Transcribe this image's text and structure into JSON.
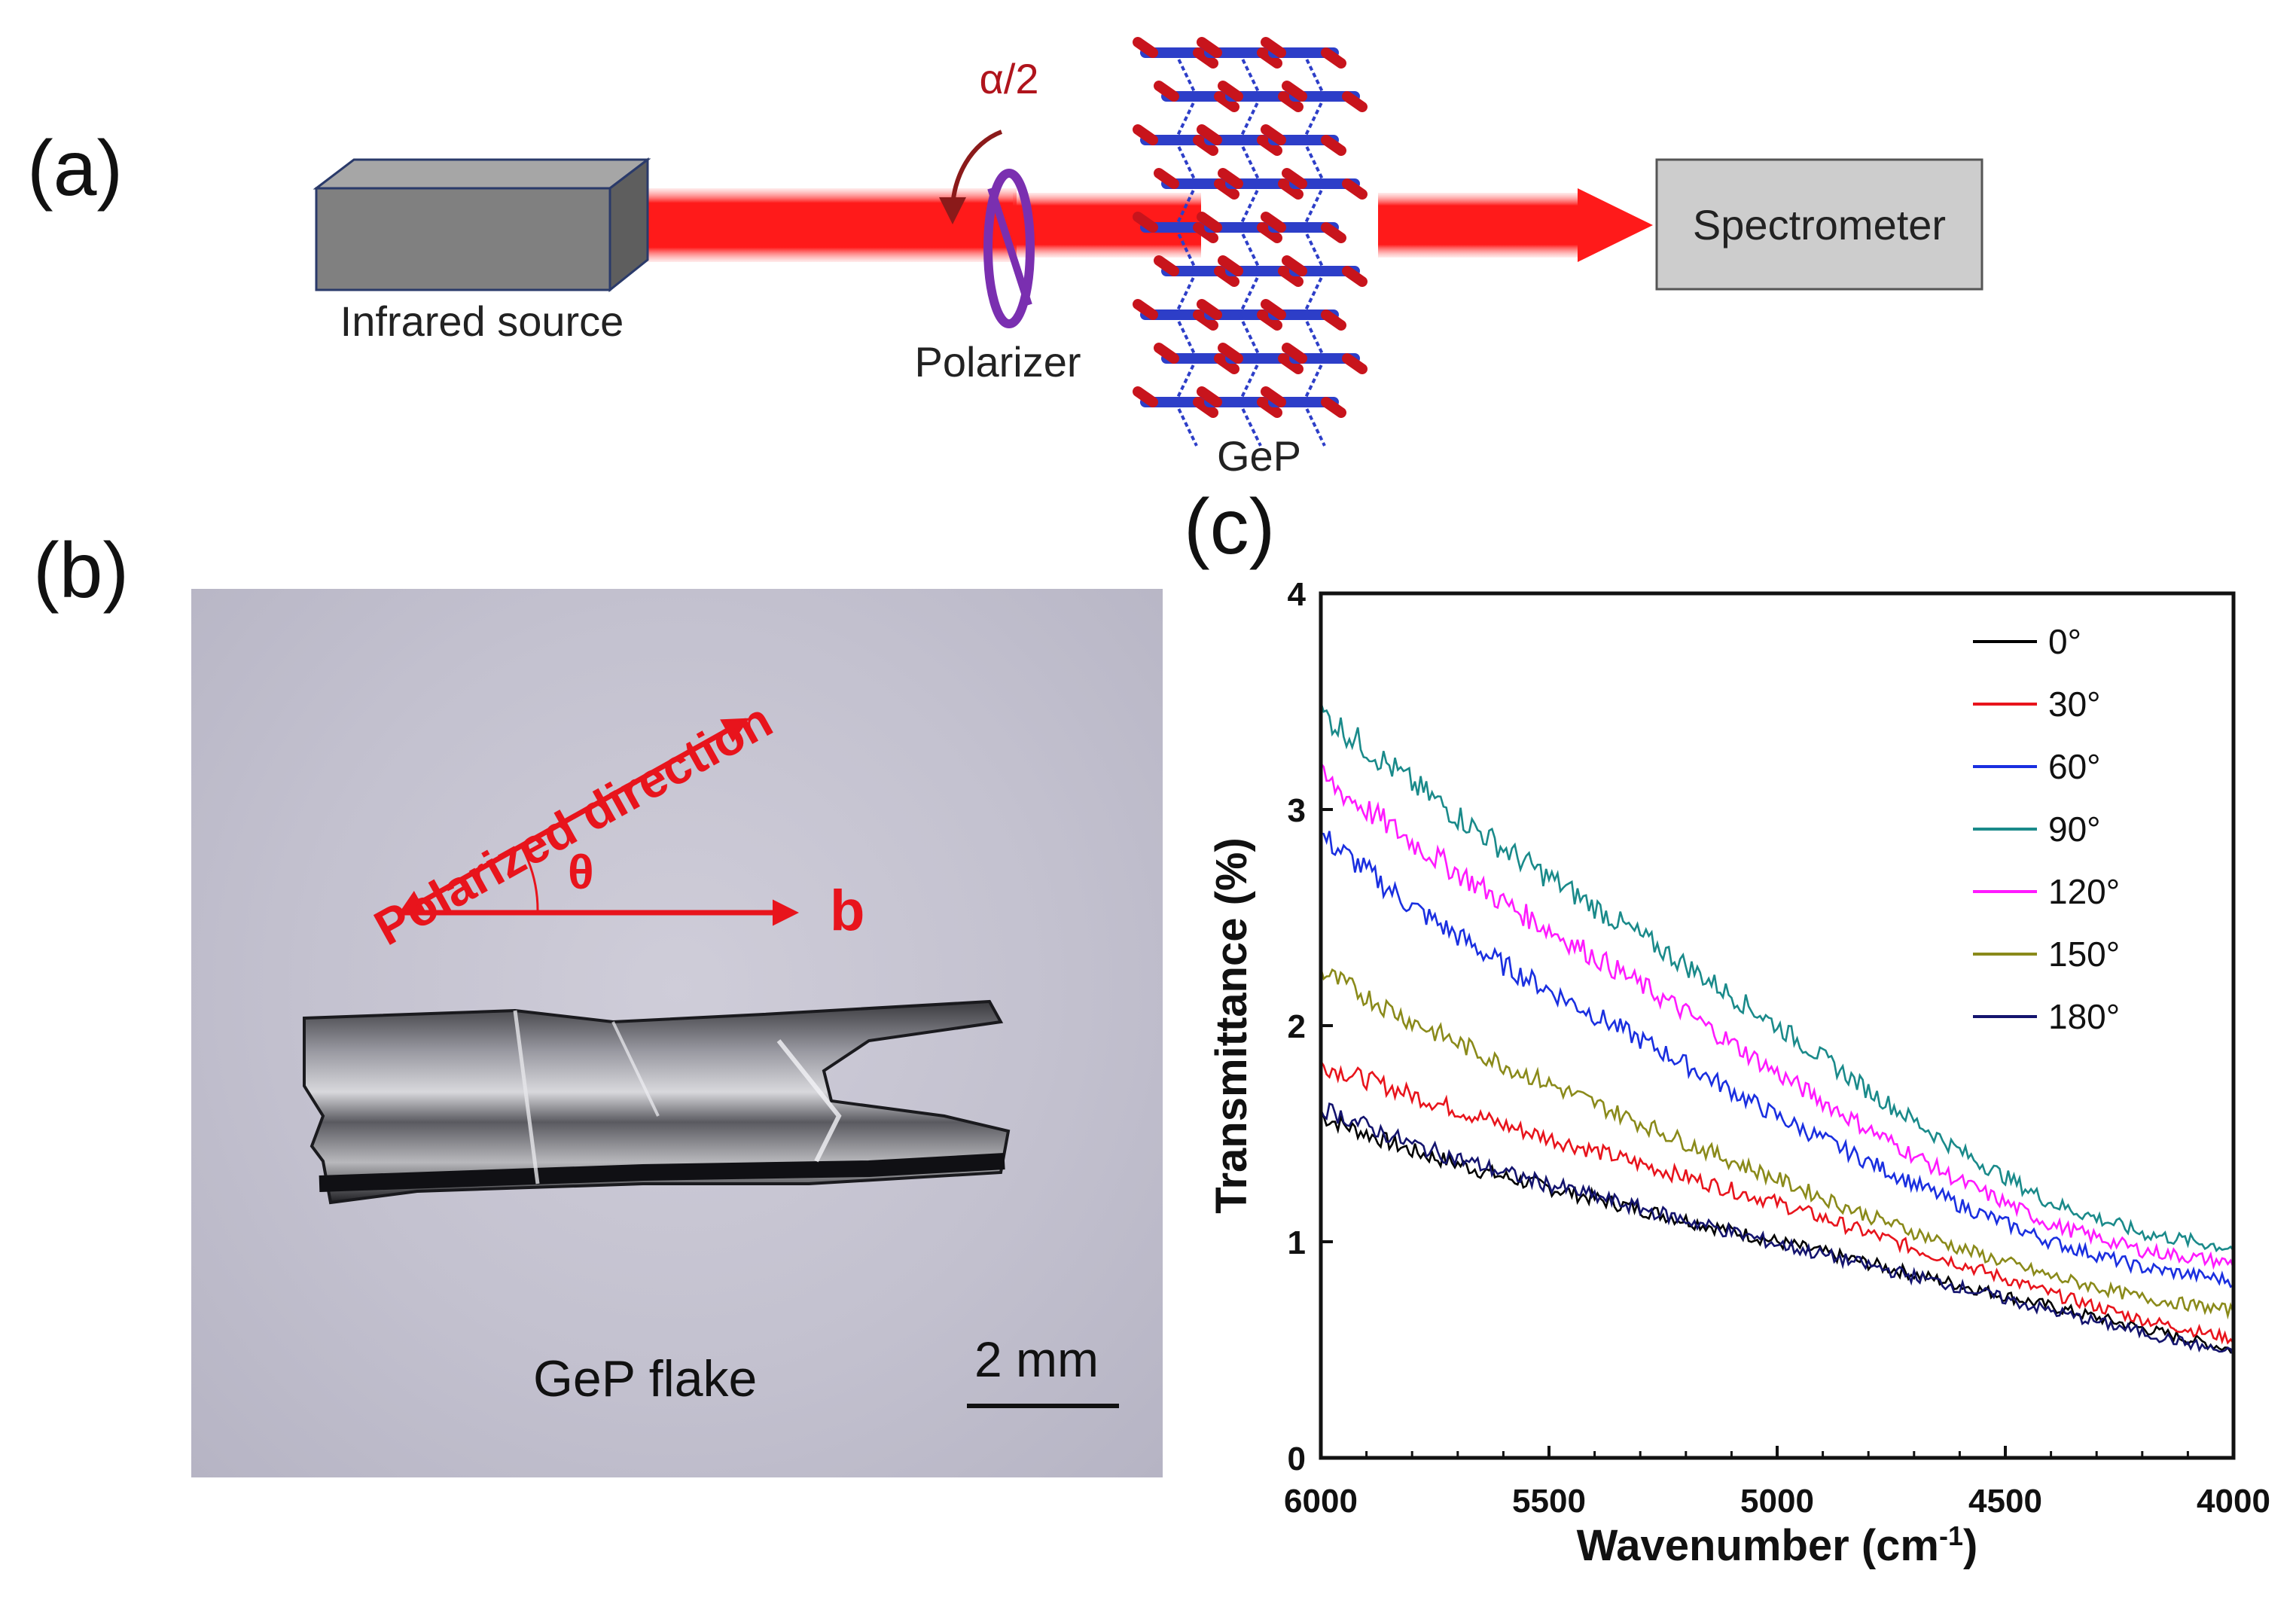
{
  "panels": {
    "a": {
      "label": "(a)",
      "source_label": "Infrared source",
      "polarizer_label": "Polarizer",
      "rotation_label": "α/2",
      "sample_label": "GeP",
      "detector_label": "Spectrometer"
    },
    "b": {
      "label": "(b)",
      "polarized_label": "Polarized direction",
      "theta_label": "θ",
      "b_axis_label": "b",
      "flake_caption": "GeP flake",
      "scalebar_label": "2 mm"
    },
    "c": {
      "label": "(c)"
    }
  },
  "colors": {
    "beam": "#ff1a1a",
    "annotation_red": "#e8141c",
    "polarizer": "#7a2fb0",
    "atom_blue": "#2d3ec8",
    "atom_red": "#c8141c",
    "box_gray": "#808080",
    "detector_gray": "#cdcdcd"
  },
  "chart_data": {
    "type": "line",
    "title": "",
    "xlabel": "Wavenumber (cm-1)",
    "xlabel_main": "Wavenumber (cm",
    "xlabel_sup": "-1",
    "xlabel_close": ")",
    "ylabel": "Transmittance (%)",
    "xlim": [
      6000,
      4000
    ],
    "ylim": [
      0,
      4
    ],
    "x_reversed": true,
    "xticks": [
      6000,
      5500,
      5000,
      4500,
      4000
    ],
    "yticks": [
      0,
      1,
      2,
      3,
      4
    ],
    "legend_position": "top-right",
    "x": [
      6000,
      5800,
      5600,
      5400,
      5200,
      5000,
      4800,
      4600,
      4400,
      4200,
      4000
    ],
    "series": [
      {
        "name": "0°",
        "color": "#000000",
        "values": [
          1.58,
          1.42,
          1.3,
          1.2,
          1.1,
          1.0,
          0.9,
          0.8,
          0.7,
          0.6,
          0.5
        ]
      },
      {
        "name": "30°",
        "color": "#e8141c",
        "values": [
          1.82,
          1.68,
          1.54,
          1.42,
          1.3,
          1.18,
          1.04,
          0.9,
          0.76,
          0.64,
          0.55
        ]
      },
      {
        "name": "60°",
        "color": "#1a2fe0",
        "values": [
          2.88,
          2.55,
          2.28,
          2.05,
          1.82,
          1.58,
          1.37,
          1.17,
          1.0,
          0.88,
          0.82
        ]
      },
      {
        "name": "90°",
        "color": "#1a8a8a",
        "values": [
          3.45,
          3.12,
          2.82,
          2.55,
          2.28,
          2.0,
          1.7,
          1.42,
          1.18,
          1.04,
          0.97
        ]
      },
      {
        "name": "120°",
        "color": "#ff1aff",
        "values": [
          3.15,
          2.85,
          2.57,
          2.32,
          2.06,
          1.78,
          1.52,
          1.28,
          1.08,
          0.96,
          0.9
        ]
      },
      {
        "name": "150°",
        "color": "#8a8a1a",
        "values": [
          2.25,
          2.02,
          1.82,
          1.64,
          1.46,
          1.29,
          1.12,
          0.97,
          0.84,
          0.74,
          0.68
        ]
      },
      {
        "name": "180°",
        "color": "#14146e",
        "values": [
          1.62,
          1.45,
          1.32,
          1.21,
          1.1,
          0.99,
          0.89,
          0.79,
          0.68,
          0.58,
          0.48
        ]
      }
    ]
  }
}
